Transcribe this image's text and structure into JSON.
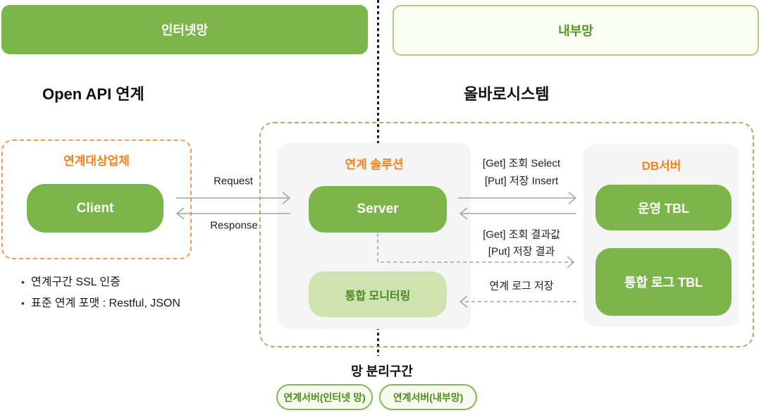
{
  "banners": {
    "internet": "인터넷망",
    "internal": "내부망"
  },
  "headings": {
    "left": "Open API 연계",
    "right": "올바로시스템"
  },
  "partner": {
    "title": "연계대상업체",
    "node": "Client"
  },
  "solution": {
    "title": "연계 솔루션",
    "server": "Server",
    "monitoring": "통합 모니터링"
  },
  "db": {
    "title": "DB서버",
    "op_tbl": "운영 TBL",
    "log_tbl": "통합 로그 TBL"
  },
  "flow_labels": {
    "request": "Request",
    "response": "Response",
    "get_select": "[Get] 조회 Select",
    "put_insert": "[Put] 저장 Insert",
    "get_result": "[Get] 조회 결과값",
    "put_result": "[Put] 저장 결과",
    "log_save": "연계 로그 저장"
  },
  "notes": [
    "연계구간 SSL 인증",
    "표준 연계 포맷 : Restful, JSON"
  ],
  "footer": {
    "divider_label": "망 분리구간",
    "pills": [
      "연계서버(인터넷 망)",
      "연계서버(내부망)"
    ]
  },
  "colors": {
    "primary_green": "#7CB64A",
    "light_green_fill": "#CFE3B1",
    "pale_green_fill": "#FAFDF2",
    "green_border": "#8CC35F",
    "green_text": "#55971F",
    "orange_text": "#F5821F",
    "orange_border": "#F39A51",
    "panel_gray": "#F5F5F6",
    "arrow_gray": "#9FA4A9",
    "text_black": "#1a1a1a"
  }
}
